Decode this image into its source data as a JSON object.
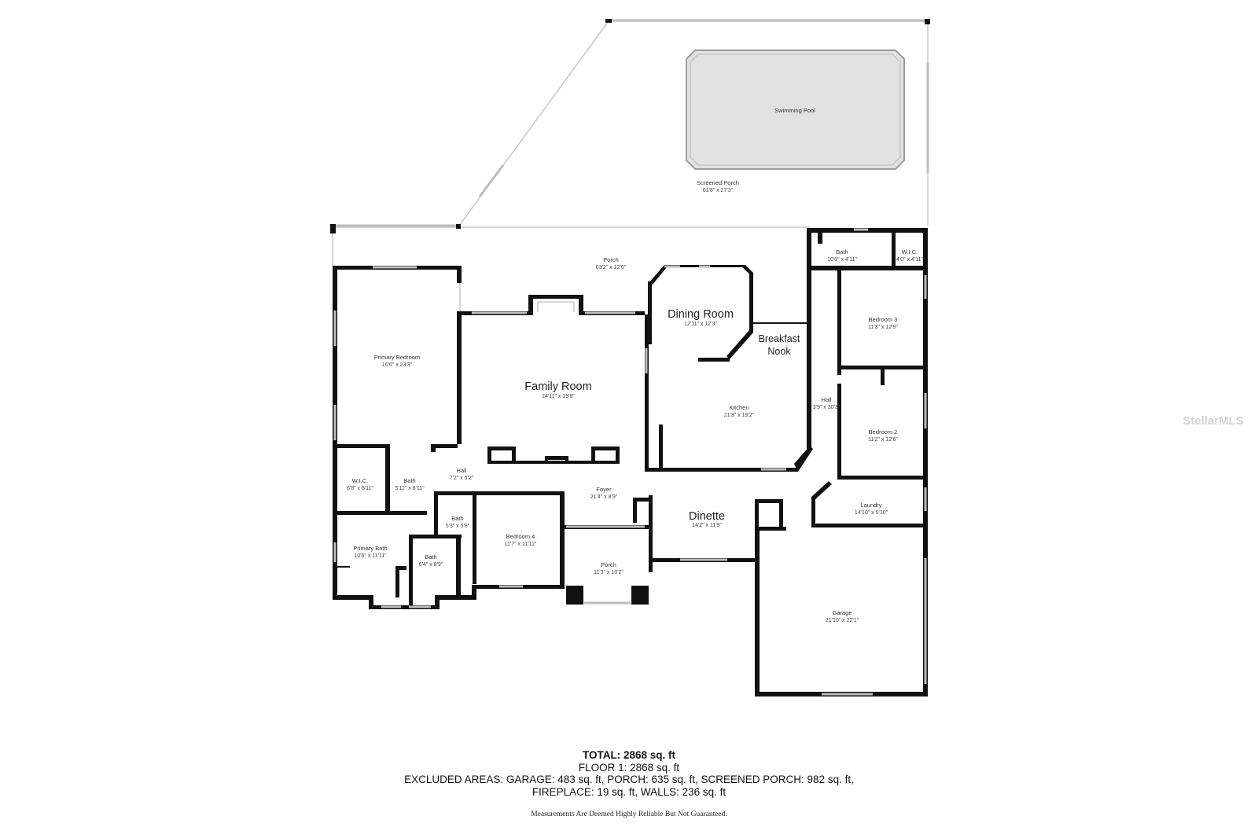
{
  "rooms": {
    "pool": {
      "name": "Swimming Pool",
      "dim": ""
    },
    "screened_porch": {
      "name": "Screened Porch",
      "dim": "61'8\" x 27'3\""
    },
    "porch_rear": {
      "name": "Porch",
      "dim": "63'2\" x 12'6\""
    },
    "bath_top": {
      "name": "Bath",
      "dim": "10'8\" x 4'11\""
    },
    "wic_top": {
      "name": "W.I.C.",
      "dim": "4'0\" x 4'11\""
    },
    "primary_bedroom": {
      "name": "Primary Bedroom",
      "dim": "16'6\" x 23'3\""
    },
    "dining_room": {
      "name": "Dining Room",
      "dim": "12'11\" x 12'3\""
    },
    "breakfast_nook": {
      "line1": "Breakfast",
      "line2": "Nook"
    },
    "bedroom3": {
      "name": "Bedroom 3",
      "dim": "11'3\" x 12'9\""
    },
    "family_room": {
      "name": "Family Room",
      "dim": "24'11\" x 19'8\""
    },
    "kitchen": {
      "name": "Kitchen",
      "dim": "21'3\" x 19'2\""
    },
    "hall_right": {
      "name": "Hall",
      "dim": "3'9\" x 30'3\""
    },
    "bedroom2": {
      "name": "Bedroom 2",
      "dim": "11'2\" x 12'6\""
    },
    "wic_left": {
      "name": "W.I.C.",
      "dim": "6'8\" x 8'11\""
    },
    "bath_left": {
      "name": "Bath",
      "dim": "5'11\" x 8'11\""
    },
    "hall_left": {
      "name": "Hall",
      "dim": "7'2\" x 6'2\""
    },
    "foyer": {
      "name": "Foyer",
      "dim": "21'4\" x 8'9\""
    },
    "dinette": {
      "name": "Dinette",
      "dim": "14'2\" x 11'9\""
    },
    "laundry": {
      "name": "Laundry",
      "dim": "14'10\" x 5'10\""
    },
    "bath_small": {
      "name": "Bath",
      "dim": "5'3\" x 5'8\""
    },
    "bedroom4": {
      "name": "Bedroom 4",
      "dim": "11'7\" x 11'11\""
    },
    "primary_bath": {
      "name": "Primary Bath",
      "dim": "10'6\" x 11'11\""
    },
    "bath_bottom": {
      "name": "Bath",
      "dim": "6'4\" x 8'9\""
    },
    "porch_front": {
      "name": "Porch",
      "dim": "11'3\" x 10'2\""
    },
    "garage": {
      "name": "Garage",
      "dim": "21'10\" x 22'1\""
    }
  },
  "summary": {
    "total": "TOTAL: 2868 sq. ft",
    "floor": "FLOOR 1: 2868 sq. ft",
    "excluded_line1": "EXCLUDED AREAS: GARAGE: 483 sq. ft, PORCH: 635 sq. ft, SCREENED PORCH: 982 sq. ft,",
    "excluded_line2": "FIREPLACE: 19 sq. ft, WALLS: 236 sq. ft"
  },
  "disclaimer": "Measurements Are Deemed Highly Reliable But Not Guaranteed.",
  "watermark": "StellarMLS"
}
